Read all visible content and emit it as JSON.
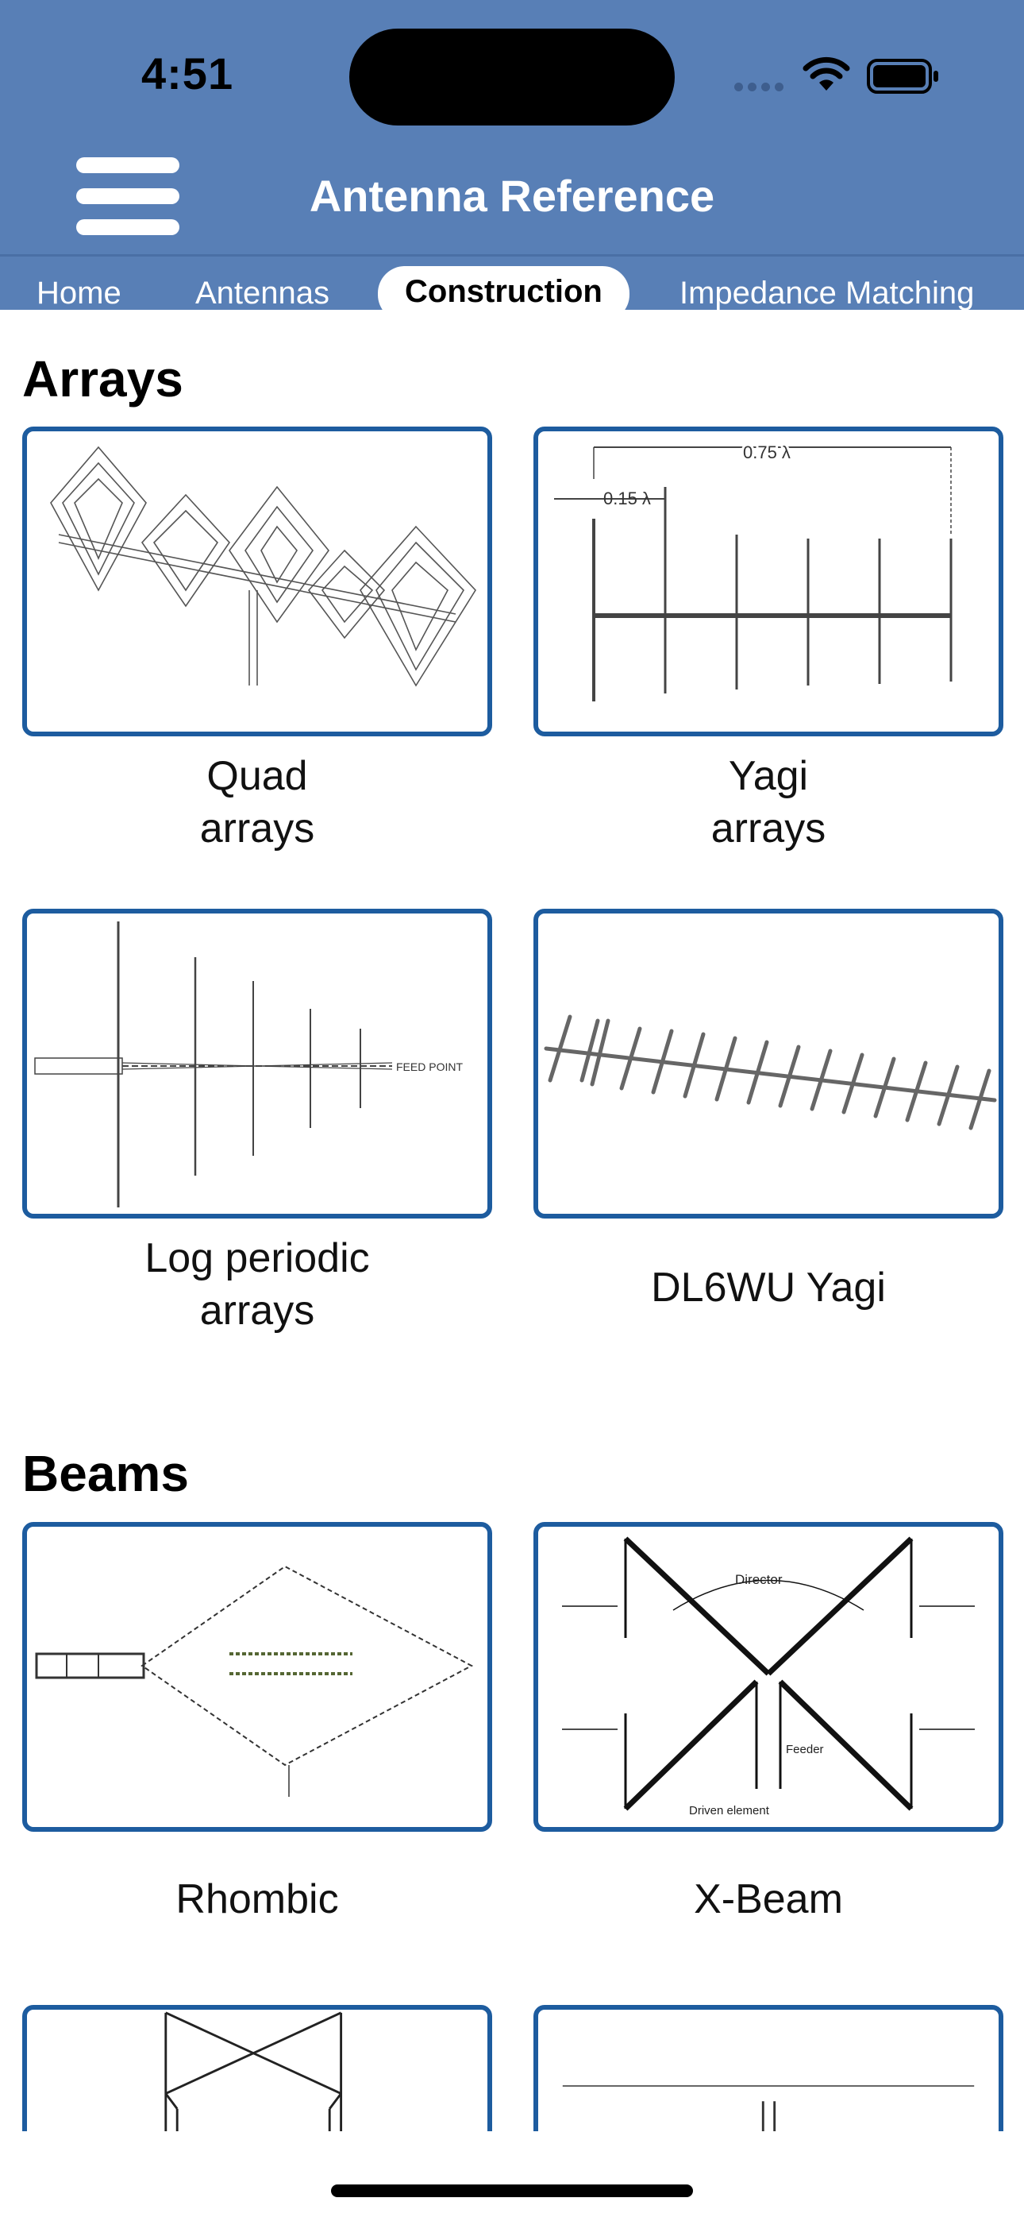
{
  "status_bar": {
    "time": "4:51"
  },
  "header": {
    "title": "Antenna Reference",
    "menu_icon": "hamburger-menu-icon"
  },
  "tabs": [
    {
      "label": "Home",
      "active": false
    },
    {
      "label": "Antennas",
      "active": false
    },
    {
      "label": "Construction",
      "active": true
    },
    {
      "label": "Impedance Matching",
      "active": false
    }
  ],
  "sections": [
    {
      "title": "Arrays",
      "items": [
        {
          "label": "Quad\narrays",
          "image": "quad-arrays-diagram"
        },
        {
          "label": "Yagi\narrays",
          "image": "yagi-arrays-diagram",
          "annotations": [
            "0.75 λ",
            "0.15 λ"
          ]
        },
        {
          "label": "Log periodic\narrays",
          "image": "log-periodic-diagram",
          "annotations": [
            "FEED POINT"
          ]
        },
        {
          "label": "DL6WU Yagi",
          "image": "dl6wu-yagi-diagram"
        }
      ]
    },
    {
      "title": "Beams",
      "items": [
        {
          "label": "Rhombic",
          "image": "rhombic-diagram"
        },
        {
          "label": "X-Beam",
          "image": "x-beam-diagram",
          "annotations": [
            "Director",
            "Feeder",
            "Driven element"
          ]
        },
        {
          "label": "",
          "image": "beam-diagram-3"
        },
        {
          "label": "",
          "image": "beam-diagram-4"
        }
      ]
    }
  ]
}
